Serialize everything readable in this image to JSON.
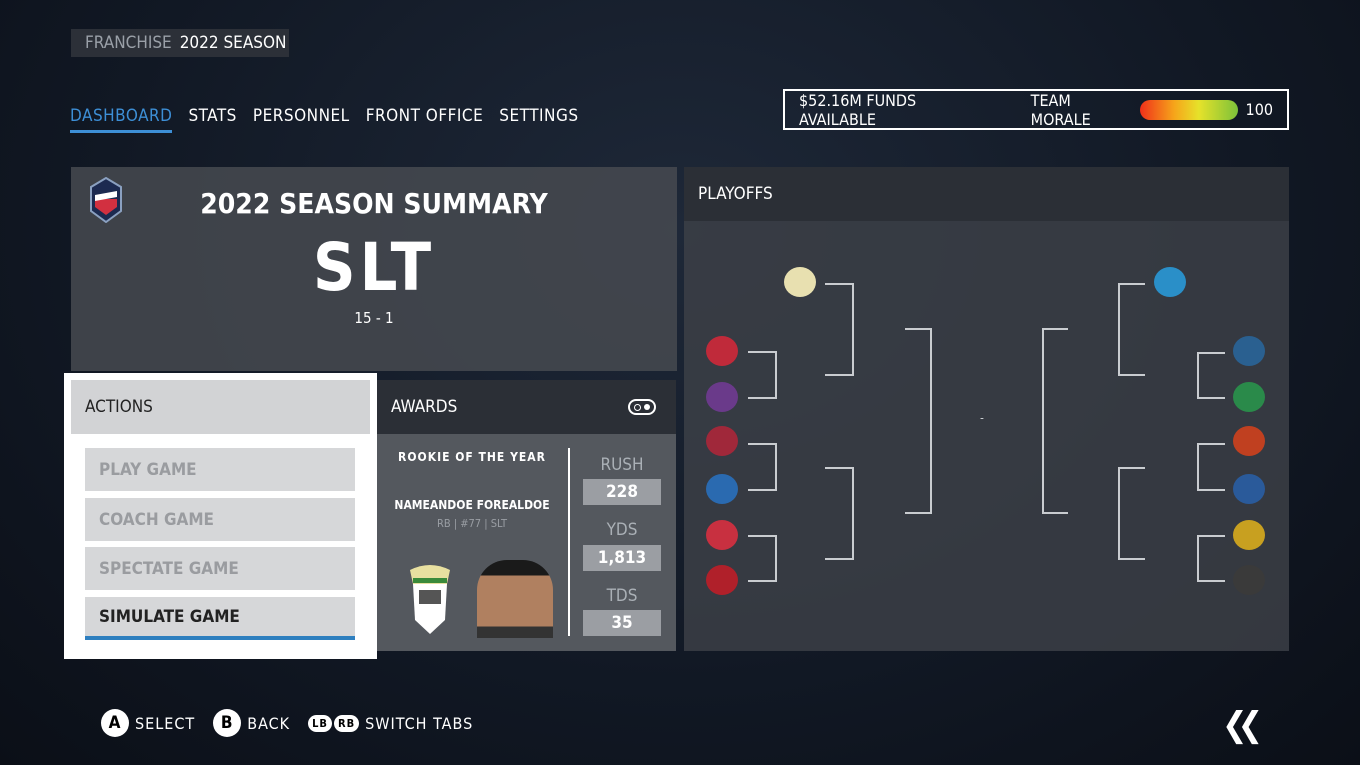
{
  "breadcrumb": {
    "section": "FRANCHISE",
    "season": "2022 SEASON"
  },
  "tabs": [
    {
      "label": "DASHBOARD",
      "active": true
    },
    {
      "label": "STATS"
    },
    {
      "label": "PERSONNEL"
    },
    {
      "label": "FRONT OFFICE"
    },
    {
      "label": "SETTINGS"
    }
  ],
  "status": {
    "funds": "$52.16M FUNDS AVAILABLE",
    "morale_label": "TEAM MORALE",
    "morale_value": "100",
    "morale_percent": 100
  },
  "summary": {
    "title": "2022 SEASON SUMMARY",
    "team": "SLT",
    "record": "15 - 1"
  },
  "actions": {
    "title": "ACTIONS",
    "items": [
      "PLAY GAME",
      "COACH GAME",
      "SPECTATE GAME",
      "SIMULATE GAME"
    ],
    "selected": "SIMULATE GAME"
  },
  "awards": {
    "title": "AWARDS",
    "award": "ROOKIE OF THE YEAR",
    "player": "NAMEANDOE FOREALDOE",
    "details": "RB | #77 | SLT",
    "stats": [
      {
        "label": "RUSH",
        "value": "228"
      },
      {
        "label": "YDS",
        "value": "1,813"
      },
      {
        "label": "TDS",
        "value": "35"
      }
    ]
  },
  "playoffs": {
    "title": "PLAYOFFS",
    "center": "-",
    "colors": {
      "left_seed": "#e8e0b0",
      "right_seed": "#2a8fc8",
      "left": [
        "#c02a3a",
        "#6a3a8a",
        "#a0283a",
        "#2a6ab0",
        "#c83040",
        "#b0202a"
      ],
      "right": [
        "#2a6090",
        "#2a8a4a",
        "#c04020",
        "#2a5a9a",
        "#c8a020",
        "#3a3a3a"
      ]
    }
  },
  "footer": {
    "a": "A",
    "select": "SELECT",
    "b": "B",
    "back": "BACK",
    "lb": "LB",
    "rb": "RB",
    "switch": "SWITCH TABS"
  }
}
